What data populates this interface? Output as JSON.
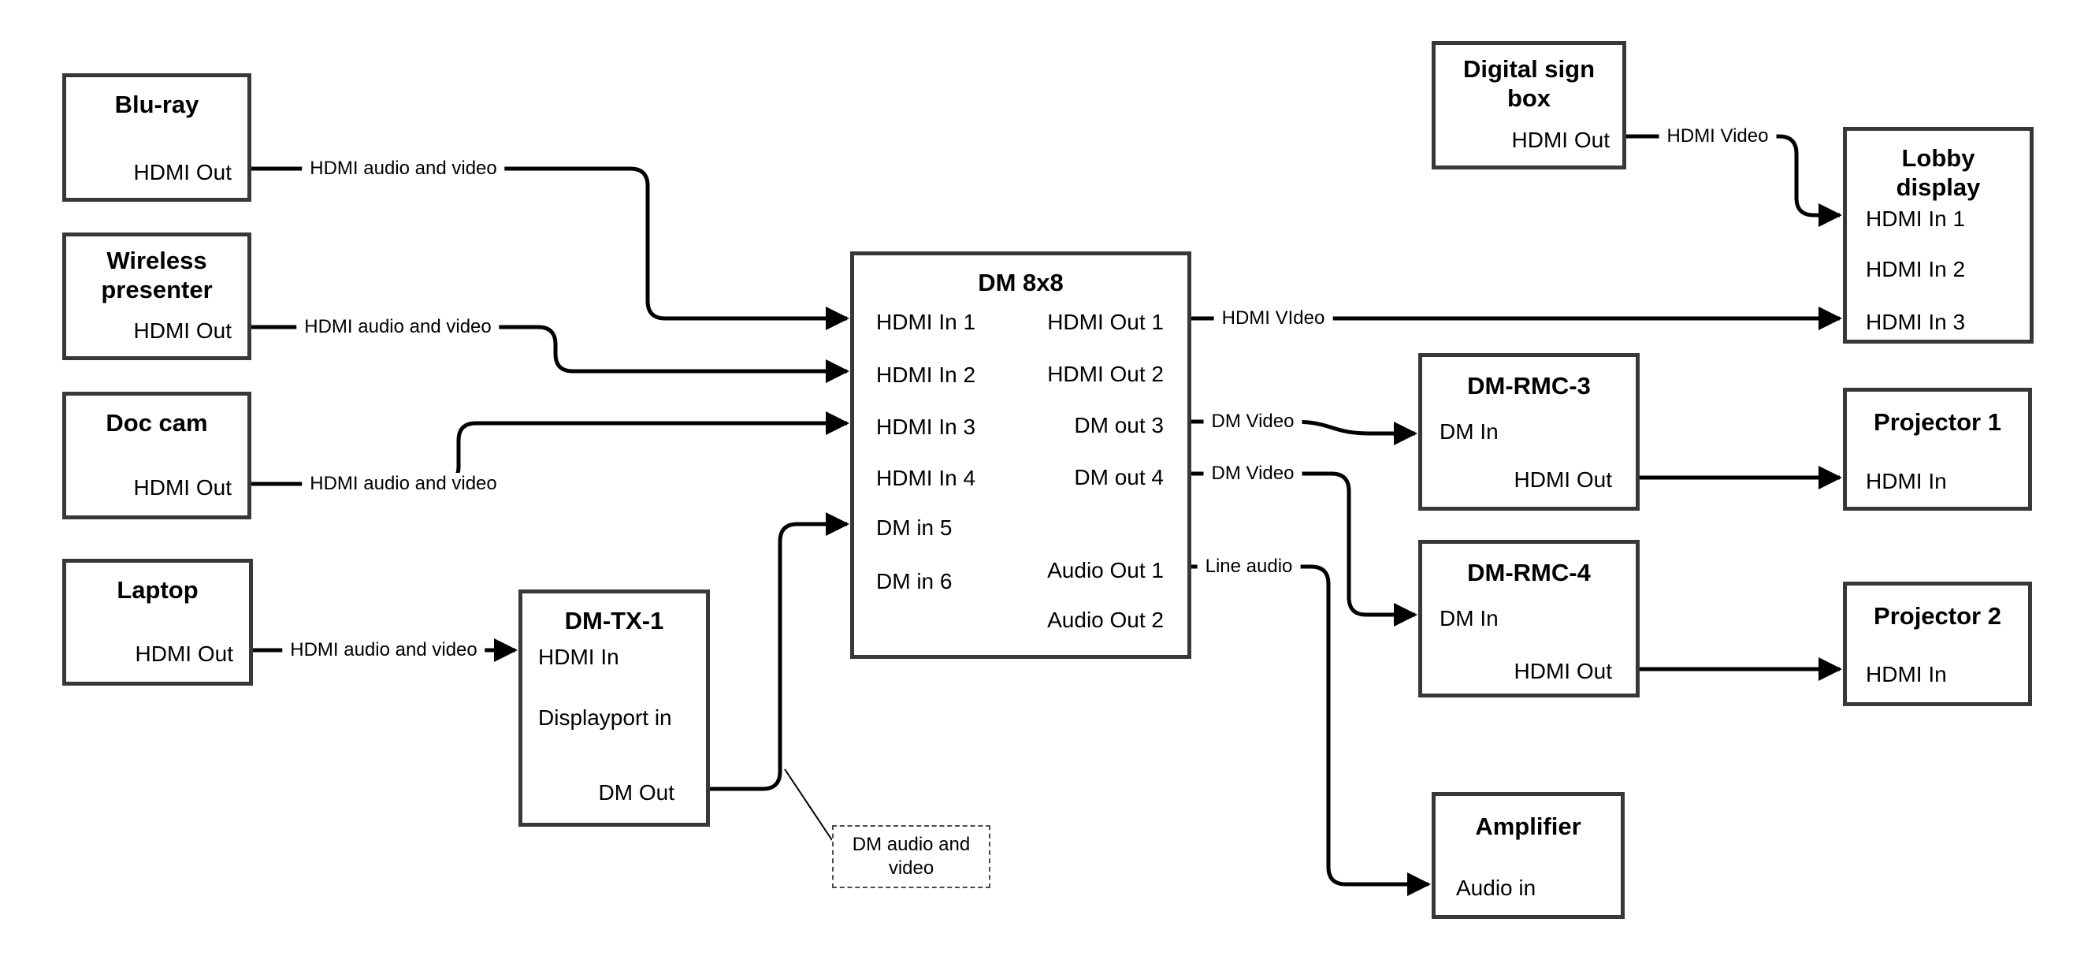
{
  "colors": {
    "background": "#ffffff",
    "box_border": "#383838",
    "wire": "#000000",
    "text": "#000000"
  },
  "nodes": {
    "bluray": {
      "title": "Blu-ray",
      "ports": {
        "hdmi_out": "HDMI Out"
      }
    },
    "wireless": {
      "title": "Wireless presenter",
      "ports": {
        "hdmi_out": "HDMI Out"
      }
    },
    "doccam": {
      "title": "Doc cam",
      "ports": {
        "hdmi_out": "HDMI Out"
      }
    },
    "laptop": {
      "title": "Laptop",
      "ports": {
        "hdmi_out": "HDMI Out"
      }
    },
    "dmtx1": {
      "title": "DM-TX-1",
      "ports": {
        "hdmi_in": "HDMI In",
        "dp_in": "Displayport in",
        "dm_out": "DM Out"
      }
    },
    "dm8x8": {
      "title": "DM 8x8",
      "ports": {
        "in1": "HDMI In 1",
        "in2": "HDMI In 2",
        "in3": "HDMI In 3",
        "in4": "HDMI In 4",
        "in5": "DM in 5",
        "in6": "DM in 6",
        "out1": "HDMI Out 1",
        "out2": "HDMI Out 2",
        "out3": "DM out 3",
        "out4": "DM out 4",
        "aout1": "Audio Out 1",
        "aout2": "Audio Out 2"
      }
    },
    "signbox": {
      "title": "Digital sign box",
      "ports": {
        "hdmi_out": "HDMI Out"
      }
    },
    "lobby": {
      "title": "Lobby display",
      "ports": {
        "in1": "HDMI In 1",
        "in2": "HDMI In 2",
        "in3": "HDMI In 3"
      }
    },
    "dmrmc3": {
      "title": "DM-RMC-3",
      "ports": {
        "dm_in": "DM In",
        "hdmi_out": "HDMI Out"
      }
    },
    "proj1": {
      "title": "Projector 1",
      "ports": {
        "hdmi_in": "HDMI In"
      }
    },
    "dmrmc4": {
      "title": "DM-RMC-4",
      "ports": {
        "dm_in": "DM In",
        "hdmi_out": "HDMI Out"
      }
    },
    "proj2": {
      "title": "Projector 2",
      "ports": {
        "hdmi_in": "HDMI In"
      }
    },
    "amp": {
      "title": "Amplifier",
      "ports": {
        "audio_in": "Audio in"
      }
    }
  },
  "edges": [
    {
      "from": "Blu-ray / HDMI Out",
      "to": "DM 8x8 / HDMI In 1",
      "label": "HDMI audio and video"
    },
    {
      "from": "Wireless presenter / HDMI Out",
      "to": "DM 8x8 / HDMI In 2",
      "label": "HDMI audio and video"
    },
    {
      "from": "Doc cam / HDMI Out",
      "to": "DM 8x8 / HDMI In 3",
      "label": "HDMI audio and video"
    },
    {
      "from": "Laptop / HDMI Out",
      "to": "DM-TX-1 / HDMI In",
      "label": "HDMI audio and video"
    },
    {
      "from": "DM-TX-1 / DM Out",
      "to": "DM 8x8 / DM in 5",
      "label": ""
    },
    {
      "from": "DM 8x8 / HDMI Out 1",
      "to": "Lobby display / HDMI In 3",
      "label": "HDMI VIdeo"
    },
    {
      "from": "DM 8x8 / DM out 3",
      "to": "DM-RMC-3 / DM In",
      "label": "DM Video"
    },
    {
      "from": "DM 8x8 / DM out 4",
      "to": "DM-RMC-4 / DM In",
      "label": "DM Video"
    },
    {
      "from": "DM 8x8 / Audio Out 1",
      "to": "Amplifier / Audio in",
      "label": "Line audio"
    },
    {
      "from": "Digital sign box / HDMI Out",
      "to": "Lobby display / HDMI In 1",
      "label": "HDMI Video"
    },
    {
      "from": "DM-RMC-3 / HDMI Out",
      "to": "Projector 1 / HDMI In",
      "label": ""
    },
    {
      "from": "DM-RMC-4 / HDMI Out",
      "to": "Projector 2 / HDMI In",
      "label": ""
    }
  ],
  "callout": {
    "text": "DM audio and video"
  }
}
